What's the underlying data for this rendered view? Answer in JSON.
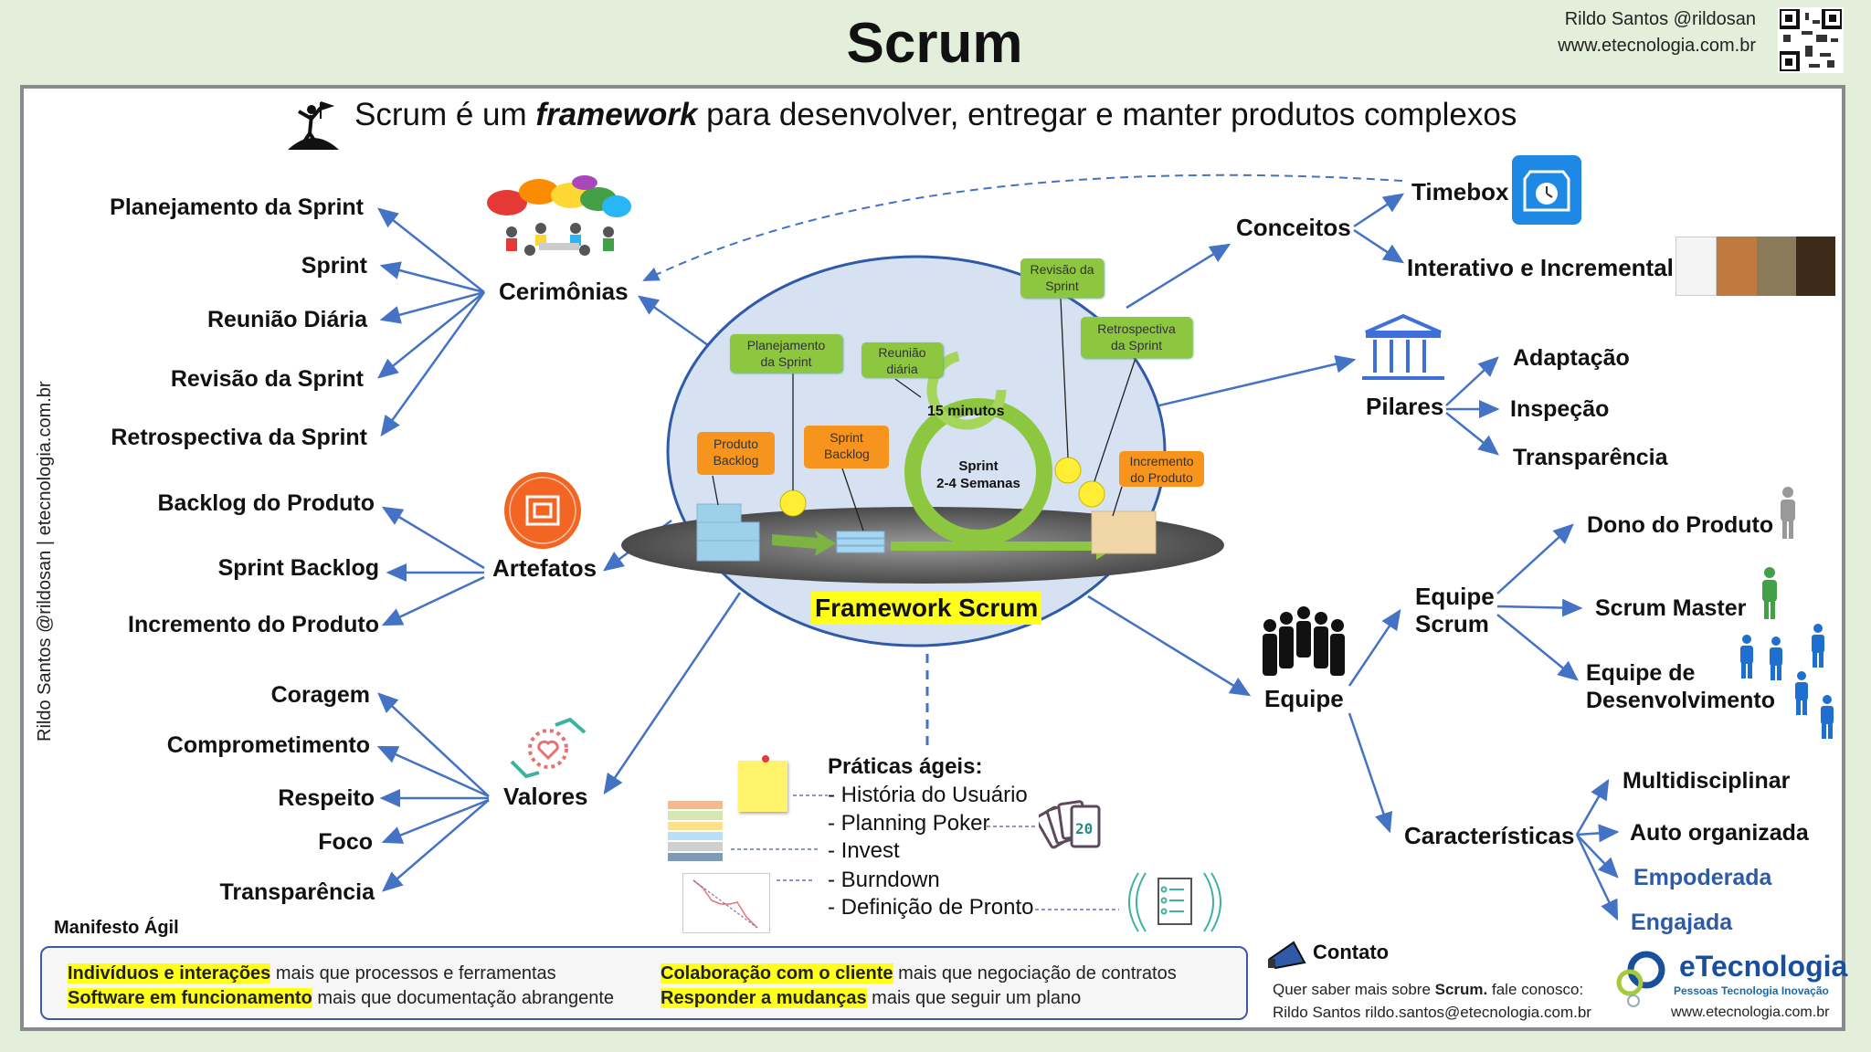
{
  "header": {
    "title": "Scrum",
    "author": "Rildo Santos @rildosan",
    "website": "www.etecnologia.com.br"
  },
  "subtitle": {
    "before": "Scrum é um ",
    "emph": "framework",
    "after": " para desenvolver, entregar e manter produtos complexos"
  },
  "vertical_credit": "Rildo Santos @rildosan | etecnologia.com.br",
  "ceremonies": {
    "hub": "Cerimônias",
    "items": [
      "Planejamento da Sprint",
      "Sprint",
      "Reunião Diária",
      "Revisão da Sprint",
      "Retrospectiva da Sprint"
    ]
  },
  "artifacts": {
    "hub": "Artefatos",
    "items": [
      "Backlog do Produto",
      "Sprint Backlog",
      "Incremento do Produto"
    ]
  },
  "values": {
    "hub": "Valores",
    "items": [
      "Coragem",
      "Comprometimento",
      "Respeito",
      "Foco",
      "Transparência"
    ]
  },
  "framework": {
    "label": "Framework Scrum",
    "green_boxes": [
      "Revisão da Sprint",
      "Planejamento da Sprint",
      "Reunião diária",
      "Retrospectiva da Sprint"
    ],
    "orange_boxes": [
      "Produto Backlog",
      "Sprint Backlog",
      "Incremento do Produto"
    ],
    "daily": "15 minutos",
    "sprint": "Sprint",
    "sprint_length": "2-4 Semanas"
  },
  "concepts": {
    "hub": "Conceitos",
    "items": [
      "Timebox",
      "Interativo e Incremental"
    ]
  },
  "pillars": {
    "hub": "Pilares",
    "items": [
      "Adaptação",
      "Inspeção",
      "Transparência"
    ]
  },
  "team": {
    "hub": "Equipe",
    "scrum_team": "Equipe Scrum",
    "roles": [
      "Dono do Produto",
      "Scrum Master",
      "Equipe de Desenvolvimento"
    ],
    "characteristics_hub": "Características",
    "characteristics": [
      "Multidisciplinar",
      "Auto organizada",
      "Empoderada",
      "Engajada"
    ]
  },
  "practices": {
    "title": "Práticas ágeis:",
    "items": [
      "- História do Usuário",
      "- Planning Poker",
      "- Invest",
      "- Burndown",
      "- Definição de Pronto"
    ],
    "poker_card": "20"
  },
  "manifesto": {
    "title": "Manifesto Ágil",
    "rows": [
      {
        "hl": "Indivíduos e interações",
        "rest": " mais que processos e ferramentas"
      },
      {
        "hl": "Software em funcionamento",
        "rest": " mais que documentação abrangente"
      },
      {
        "hl": "Colaboração com o cliente",
        "rest": " mais que negociação de contratos"
      },
      {
        "hl": "Responder a mudanças",
        "rest": " mais que seguir um plano"
      }
    ]
  },
  "contact": {
    "title": "Contato",
    "line1_pre": "Quer saber mais sobre ",
    "line1_bold": "Scrum.",
    "line1_post": " fale conosco:",
    "line2": "Rildo Santos rildo.santos@etecnologia.com.br"
  },
  "logo": {
    "name": "eTecnologia",
    "tagline": "Pessoas Tecnologia  Inovação",
    "url": "www.etecnologia.com.br"
  },
  "colors": {
    "background": "#e3eedb",
    "arrow": "#4472c4",
    "highlight": "#ffff1a",
    "green_box": "#8dc63f",
    "orange_box": "#f7941d"
  }
}
